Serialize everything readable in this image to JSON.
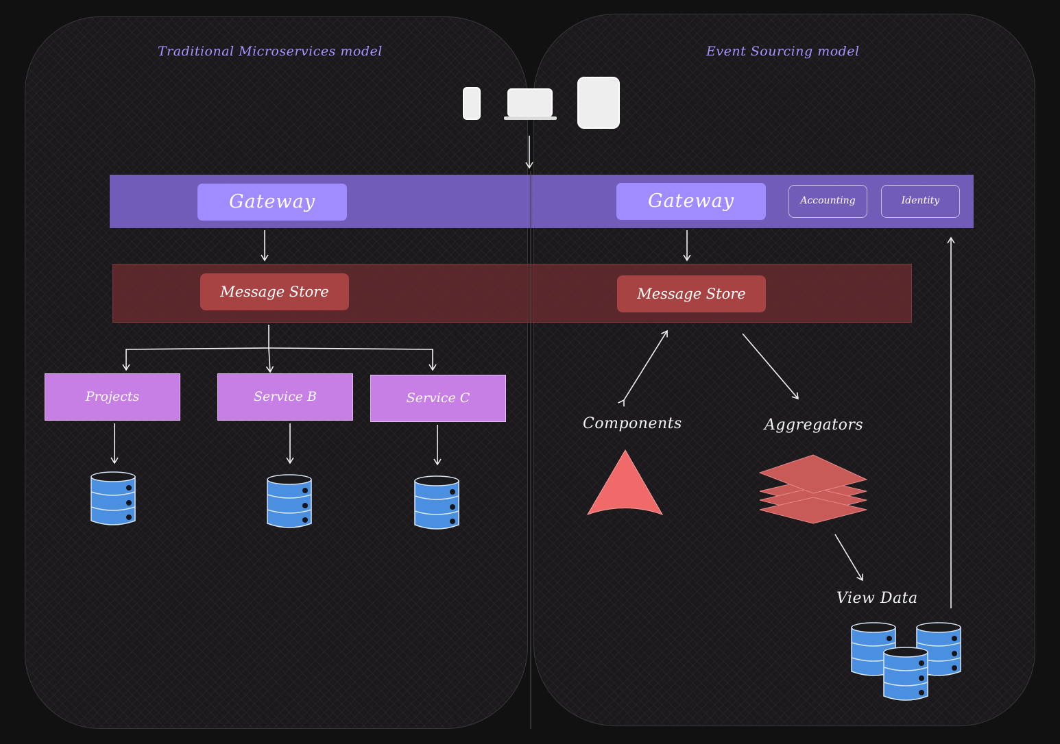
{
  "panels": {
    "left_title": "Traditional Microservices model",
    "right_title": "Event Sourcing model"
  },
  "gateway_band": {
    "left_gateway": "Gateway",
    "right_gateway": "Gateway",
    "chips": [
      "Accounting",
      "Identity"
    ]
  },
  "message_band": {
    "left_store": "Message Store",
    "right_store": "Message Store"
  },
  "services": [
    "Projects",
    "Service B",
    "Service C"
  ],
  "event_sourcing": {
    "components": "Components",
    "aggregators": "Aggregators",
    "view_data": "View Data"
  },
  "colors": {
    "background": "#121112",
    "title_accent": "#a994ff",
    "gateway_band": "#8068d2",
    "gateway_button": "#a18cff",
    "message_band": "#702c30",
    "message_button": "#a74343",
    "service_box": "#c77ee5",
    "database": "#4a8fe0",
    "component_shape": "#f06a6a",
    "aggregator_layers": "#c85a58"
  },
  "icons": [
    "phone-icon",
    "laptop-icon",
    "tablet-icon",
    "database-icon",
    "component-triangle-icon",
    "aggregator-layers-icon"
  ]
}
